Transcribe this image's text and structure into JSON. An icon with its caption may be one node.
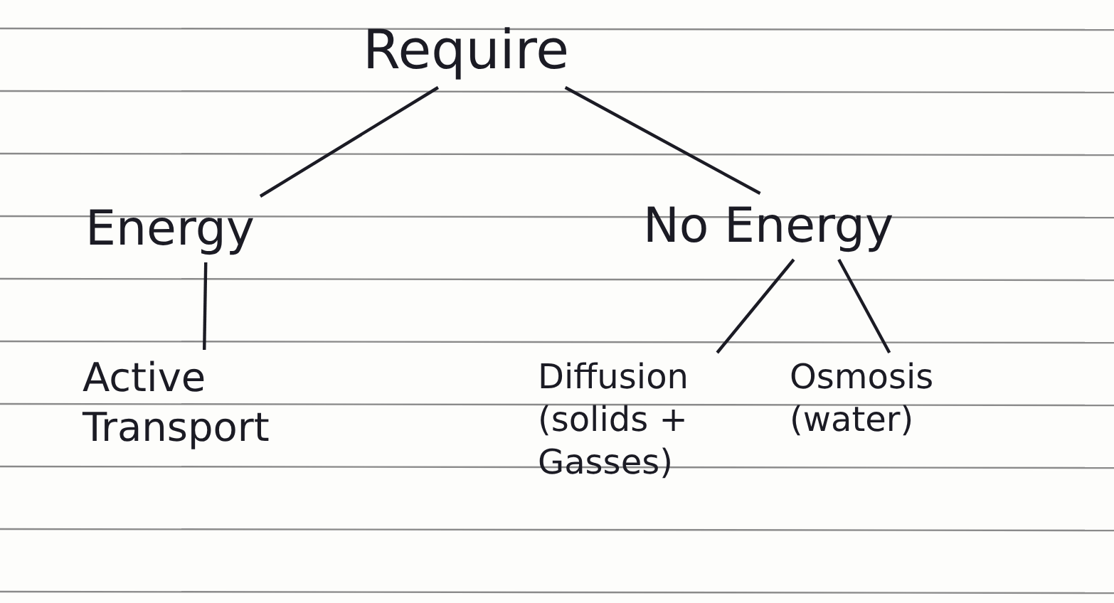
{
  "diagram": {
    "nodes": [
      {
        "text": [
          "Require"
        ]
      },
      {
        "text": [
          "Energy"
        ]
      },
      {
        "text": [
          "No Energy"
        ]
      },
      {
        "text": [
          "Active Transport"
        ]
      },
      {
        "text": [
          "Diffusion (solids + Gasses)"
        ]
      },
      {
        "text": [
          "Osmosis (water)"
        ]
      }
    ],
    "edges": [
      {
        "from": 0,
        "to": 1,
        "arrow": "none"
      },
      {
        "from": 0,
        "to": 2,
        "arrow": "none"
      },
      {
        "from": 1,
        "to": 3,
        "arrow": "none"
      },
      {
        "from": 2,
        "to": 4,
        "arrow": "none"
      },
      {
        "from": 2,
        "to": 5,
        "arrow": "none"
      }
    ]
  }
}
